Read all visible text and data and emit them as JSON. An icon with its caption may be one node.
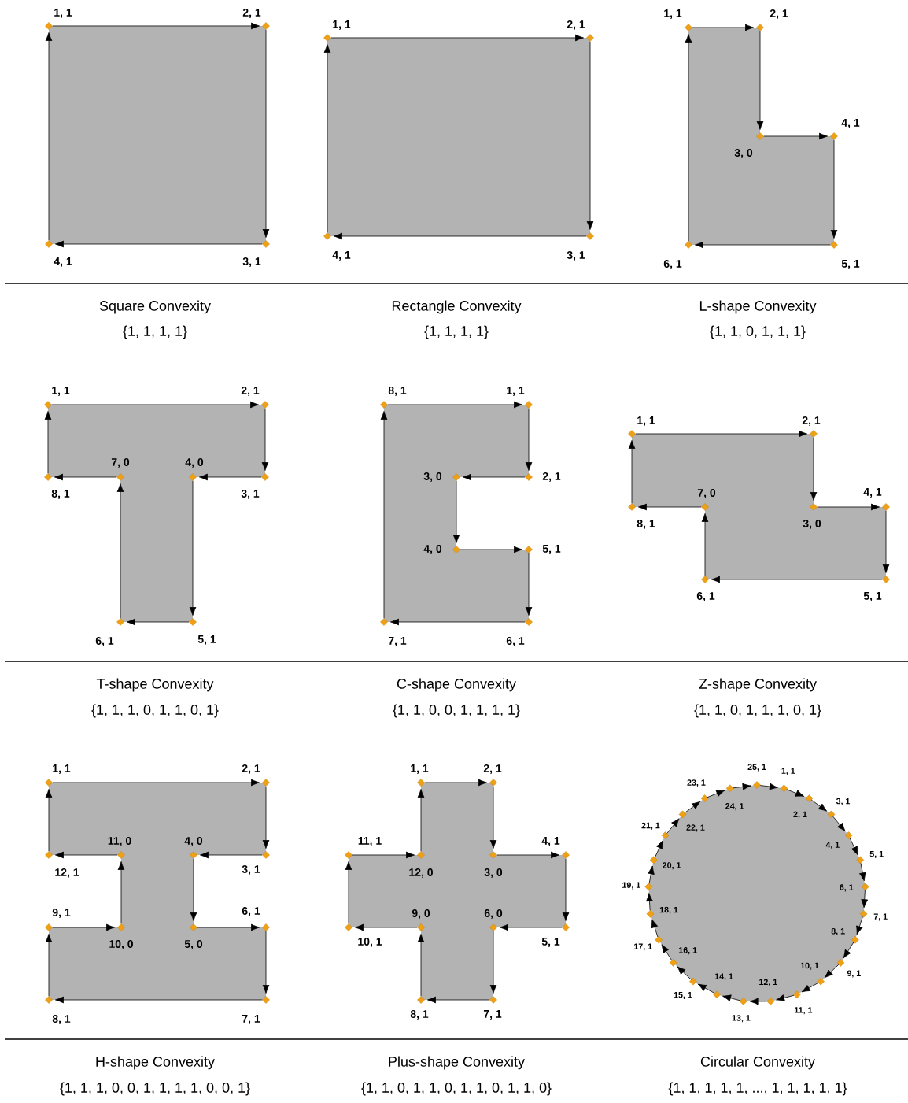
{
  "diagram": {
    "nodes": [
      {
        "text": [],
        "shape": "diamond",
        "beside": [
          "1, 1"
        ]
      },
      {
        "text": [],
        "shape": "diamond",
        "beside": [
          "2, 1"
        ]
      },
      {
        "text": [],
        "shape": "diamond",
        "beside": [
          "3, 1"
        ]
      },
      {
        "text": [],
        "shape": "diamond",
        "beside": [
          "4, 1"
        ]
      },
      {
        "text": [],
        "shape": "diamond",
        "beside": [
          "1, 1"
        ]
      },
      {
        "text": [],
        "shape": "diamond",
        "beside": [
          "2, 1"
        ]
      },
      {
        "text": [],
        "shape": "diamond",
        "beside": [
          "3, 1"
        ]
      },
      {
        "text": [],
        "shape": "diamond",
        "beside": [
          "4, 1"
        ]
      },
      {
        "text": [],
        "shape": "diamond",
        "beside": [
          "1, 1"
        ]
      },
      {
        "text": [],
        "shape": "diamond",
        "beside": [
          "2, 1"
        ]
      },
      {
        "text": [],
        "shape": "diamond",
        "beside": [
          "3, 0"
        ]
      },
      {
        "text": [],
        "shape": "diamond",
        "beside": [
          "4, 1"
        ]
      },
      {
        "text": [],
        "shape": "diamond",
        "beside": [
          "5, 1"
        ]
      },
      {
        "text": [],
        "shape": "diamond",
        "beside": [
          "6, 1"
        ]
      },
      {
        "text": [],
        "shape": "diamond",
        "beside": [
          "1, 1"
        ]
      },
      {
        "text": [],
        "shape": "diamond",
        "beside": [
          "2, 1"
        ]
      },
      {
        "text": [],
        "shape": "diamond",
        "beside": [
          "3, 1"
        ]
      },
      {
        "text": [],
        "shape": "diamond",
        "beside": [
          "4, 0"
        ]
      },
      {
        "text": [],
        "shape": "diamond",
        "beside": [
          "5, 1"
        ]
      },
      {
        "text": [],
        "shape": "diamond",
        "beside": [
          "6, 1"
        ]
      },
      {
        "text": [],
        "shape": "diamond",
        "beside": [
          "7, 0"
        ]
      },
      {
        "text": [],
        "shape": "diamond",
        "beside": [
          "8, 1"
        ]
      },
      {
        "text": [],
        "shape": "diamond",
        "beside": [
          "1, 1"
        ]
      },
      {
        "text": [],
        "shape": "diamond",
        "beside": [
          "2, 1"
        ]
      },
      {
        "text": [],
        "shape": "diamond",
        "beside": [
          "3, 0"
        ]
      },
      {
        "text": [],
        "shape": "diamond",
        "beside": [
          "4, 0"
        ]
      },
      {
        "text": [],
        "shape": "diamond",
        "beside": [
          "5, 1"
        ]
      },
      {
        "text": [],
        "shape": "diamond",
        "beside": [
          "6, 1"
        ]
      },
      {
        "text": [],
        "shape": "diamond",
        "beside": [
          "7, 1"
        ]
      },
      {
        "text": [],
        "shape": "diamond",
        "beside": [
          "8, 1"
        ]
      },
      {
        "text": [],
        "shape": "diamond",
        "beside": [
          "1, 1"
        ]
      },
      {
        "text": [],
        "shape": "diamond",
        "beside": [
          "2, 1"
        ]
      },
      {
        "text": [],
        "shape": "diamond",
        "beside": [
          "3, 0"
        ]
      },
      {
        "text": [],
        "shape": "diamond",
        "beside": [
          "4, 1"
        ]
      },
      {
        "text": [],
        "shape": "diamond",
        "beside": [
          "5, 1"
        ]
      },
      {
        "text": [],
        "shape": "diamond",
        "beside": [
          "6, 1"
        ]
      },
      {
        "text": [],
        "shape": "diamond",
        "beside": [
          "7, 0"
        ]
      },
      {
        "text": [],
        "shape": "diamond",
        "beside": [
          "8, 1"
        ]
      },
      {
        "text": [],
        "shape": "diamond",
        "beside": [
          "1, 1"
        ]
      },
      {
        "text": [],
        "shape": "diamond",
        "beside": [
          "2, 1"
        ]
      },
      {
        "text": [],
        "shape": "diamond",
        "beside": [
          "3, 1"
        ]
      },
      {
        "text": [],
        "shape": "diamond",
        "beside": [
          "4, 0"
        ]
      },
      {
        "text": [],
        "shape": "diamond",
        "beside": [
          "5, 0"
        ]
      },
      {
        "text": [],
        "shape": "diamond",
        "beside": [
          "6, 1"
        ]
      },
      {
        "text": [],
        "shape": "diamond",
        "beside": [
          "7, 1"
        ]
      },
      {
        "text": [],
        "shape": "diamond",
        "beside": [
          "8, 1"
        ]
      },
      {
        "text": [],
        "shape": "diamond",
        "beside": [
          "9, 1"
        ]
      },
      {
        "text": [],
        "shape": "diamond",
        "beside": [
          "10, 0"
        ]
      },
      {
        "text": [],
        "shape": "diamond",
        "beside": [
          "11, 0"
        ]
      },
      {
        "text": [],
        "shape": "diamond",
        "beside": [
          "12, 1"
        ]
      },
      {
        "text": [],
        "shape": "diamond",
        "beside": [
          "1, 1"
        ]
      },
      {
        "text": [],
        "shape": "diamond",
        "beside": [
          "2, 1"
        ]
      },
      {
        "text": [],
        "shape": "diamond",
        "beside": [
          "3, 0"
        ]
      },
      {
        "text": [],
        "shape": "diamond",
        "beside": [
          "4, 1"
        ]
      },
      {
        "text": [],
        "shape": "diamond",
        "beside": [
          "5, 1"
        ]
      },
      {
        "text": [],
        "shape": "diamond",
        "beside": [
          "6, 0"
        ]
      },
      {
        "text": [],
        "shape": "diamond",
        "beside": [
          "7, 1"
        ]
      },
      {
        "text": [],
        "shape": "diamond",
        "beside": [
          "8, 1"
        ]
      },
      {
        "text": [],
        "shape": "diamond",
        "beside": [
          "9, 0"
        ]
      },
      {
        "text": [],
        "shape": "diamond",
        "beside": [
          "10, 1"
        ]
      },
      {
        "text": [],
        "shape": "diamond",
        "beside": [
          "11, 1"
        ]
      },
      {
        "text": [],
        "shape": "diamond",
        "beside": [
          "12, 0"
        ]
      },
      {
        "text": [],
        "shape": "diamond",
        "beside": [
          "1, 1"
        ]
      },
      {
        "text": [],
        "shape": "diamond",
        "beside": [
          "2, 1"
        ]
      },
      {
        "text": [],
        "shape": "diamond",
        "beside": [
          "3, 1"
        ]
      },
      {
        "text": [],
        "shape": "diamond",
        "beside": [
          "4, 1"
        ]
      },
      {
        "text": [],
        "shape": "diamond",
        "beside": [
          "5, 1"
        ]
      },
      {
        "text": [],
        "shape": "diamond",
        "beside": [
          "6, 1"
        ]
      },
      {
        "text": [],
        "shape": "diamond",
        "beside": [
          "7, 1"
        ]
      },
      {
        "text": [],
        "shape": "diamond",
        "beside": [
          "8, 1"
        ]
      },
      {
        "text": [],
        "shape": "diamond",
        "beside": [
          "9, 1"
        ]
      },
      {
        "text": [],
        "shape": "diamond",
        "beside": [
          "10, 1"
        ]
      },
      {
        "text": [],
        "shape": "diamond",
        "beside": [
          "11, 1"
        ]
      },
      {
        "text": [],
        "shape": "diamond",
        "beside": [
          "12, 1"
        ]
      },
      {
        "text": [],
        "shape": "diamond",
        "beside": [
          "13, 1"
        ]
      },
      {
        "text": [],
        "shape": "diamond",
        "beside": [
          "14, 1"
        ]
      },
      {
        "text": [],
        "shape": "diamond",
        "beside": [
          "15, 1"
        ]
      },
      {
        "text": [],
        "shape": "diamond",
        "beside": [
          "16, 1"
        ]
      },
      {
        "text": [],
        "shape": "diamond",
        "beside": [
          "17, 1"
        ]
      },
      {
        "text": [],
        "shape": "diamond",
        "beside": [
          "18, 1"
        ]
      },
      {
        "text": [],
        "shape": "diamond",
        "beside": [
          "19, 1"
        ]
      },
      {
        "text": [],
        "shape": "diamond",
        "beside": [
          "20, 1"
        ]
      },
      {
        "text": [],
        "shape": "diamond",
        "beside": [
          "21, 1"
        ]
      },
      {
        "text": [],
        "shape": "diamond",
        "beside": [
          "22, 1"
        ]
      },
      {
        "text": [],
        "shape": "diamond",
        "beside": [
          "23, 1"
        ]
      },
      {
        "text": [],
        "shape": "diamond",
        "beside": [
          "24, 1"
        ]
      },
      {
        "text": [],
        "shape": "diamond",
        "beside": [
          "25, 1"
        ]
      }
    ],
    "edges": [
      {
        "from": 0,
        "to": 1,
        "arrow": "to"
      },
      {
        "from": 1,
        "to": 2,
        "arrow": "to"
      },
      {
        "from": 2,
        "to": 3,
        "arrow": "to"
      },
      {
        "from": 3,
        "to": 0,
        "arrow": "to"
      },
      {
        "from": 4,
        "to": 5,
        "arrow": "to"
      },
      {
        "from": 5,
        "to": 6,
        "arrow": "to"
      },
      {
        "from": 6,
        "to": 7,
        "arrow": "to"
      },
      {
        "from": 7,
        "to": 4,
        "arrow": "to"
      },
      {
        "from": 8,
        "to": 9,
        "arrow": "to"
      },
      {
        "from": 9,
        "to": 10,
        "arrow": "to"
      },
      {
        "from": 10,
        "to": 11,
        "arrow": "to"
      },
      {
        "from": 11,
        "to": 12,
        "arrow": "to"
      },
      {
        "from": 12,
        "to": 13,
        "arrow": "to"
      },
      {
        "from": 13,
        "to": 8,
        "arrow": "to"
      },
      {
        "from": 14,
        "to": 15,
        "arrow": "to"
      },
      {
        "from": 15,
        "to": 16,
        "arrow": "to"
      },
      {
        "from": 16,
        "to": 17,
        "arrow": "to"
      },
      {
        "from": 17,
        "to": 18,
        "arrow": "to"
      },
      {
        "from": 18,
        "to": 19,
        "arrow": "to"
      },
      {
        "from": 19,
        "to": 20,
        "arrow": "to"
      },
      {
        "from": 20,
        "to": 21,
        "arrow": "to"
      },
      {
        "from": 21,
        "to": 14,
        "arrow": "to"
      },
      {
        "from": 22,
        "to": 23,
        "arrow": "to"
      },
      {
        "from": 23,
        "to": 24,
        "arrow": "to"
      },
      {
        "from": 24,
        "to": 25,
        "arrow": "to"
      },
      {
        "from": 25,
        "to": 26,
        "arrow": "to"
      },
      {
        "from": 26,
        "to": 27,
        "arrow": "to"
      },
      {
        "from": 27,
        "to": 28,
        "arrow": "to"
      },
      {
        "from": 28,
        "to": 29,
        "arrow": "to"
      },
      {
        "from": 29,
        "to": 22,
        "arrow": "to"
      },
      {
        "from": 30,
        "to": 31,
        "arrow": "to"
      },
      {
        "from": 31,
        "to": 32,
        "arrow": "to"
      },
      {
        "from": 32,
        "to": 33,
        "arrow": "to"
      },
      {
        "from": 33,
        "to": 34,
        "arrow": "to"
      },
      {
        "from": 34,
        "to": 35,
        "arrow": "to"
      },
      {
        "from": 35,
        "to": 36,
        "arrow": "to"
      },
      {
        "from": 36,
        "to": 37,
        "arrow": "to"
      },
      {
        "from": 37,
        "to": 30,
        "arrow": "to"
      },
      {
        "from": 38,
        "to": 39,
        "arrow": "to"
      },
      {
        "from": 39,
        "to": 40,
        "arrow": "to"
      },
      {
        "from": 40,
        "to": 41,
        "arrow": "to"
      },
      {
        "from": 41,
        "to": 42,
        "arrow": "to"
      },
      {
        "from": 42,
        "to": 43,
        "arrow": "to"
      },
      {
        "from": 43,
        "to": 44,
        "arrow": "to"
      },
      {
        "from": 44,
        "to": 45,
        "arrow": "to"
      },
      {
        "from": 45,
        "to": 46,
        "arrow": "to"
      },
      {
        "from": 46,
        "to": 47,
        "arrow": "to"
      },
      {
        "from": 47,
        "to": 48,
        "arrow": "to"
      },
      {
        "from": 48,
        "to": 49,
        "arrow": "to"
      },
      {
        "from": 49,
        "to": 38,
        "arrow": "to"
      },
      {
        "from": 50,
        "to": 51,
        "arrow": "to"
      },
      {
        "from": 51,
        "to": 52,
        "arrow": "to"
      },
      {
        "from": 52,
        "to": 53,
        "arrow": "to"
      },
      {
        "from": 53,
        "to": 54,
        "arrow": "to"
      },
      {
        "from": 54,
        "to": 55,
        "arrow": "to"
      },
      {
        "from": 55,
        "to": 56,
        "arrow": "to"
      },
      {
        "from": 56,
        "to": 57,
        "arrow": "to"
      },
      {
        "from": 57,
        "to": 58,
        "arrow": "to"
      },
      {
        "from": 58,
        "to": 59,
        "arrow": "to"
      },
      {
        "from": 59,
        "to": 60,
        "arrow": "to"
      },
      {
        "from": 60,
        "to": 61,
        "arrow": "to"
      },
      {
        "from": 61,
        "to": 50,
        "arrow": "to"
      },
      {
        "from": 62,
        "to": 63,
        "arrow": "to"
      },
      {
        "from": 63,
        "to": 64,
        "arrow": "to"
      },
      {
        "from": 64,
        "to": 65,
        "arrow": "to"
      },
      {
        "from": 65,
        "to": 66,
        "arrow": "to"
      },
      {
        "from": 66,
        "to": 67,
        "arrow": "to"
      },
      {
        "from": 67,
        "to": 68,
        "arrow": "to"
      },
      {
        "from": 68,
        "to": 69,
        "arrow": "to"
      },
      {
        "from": 69,
        "to": 70,
        "arrow": "to"
      },
      {
        "from": 70,
        "to": 71,
        "arrow": "to"
      },
      {
        "from": 71,
        "to": 72,
        "arrow": "to"
      },
      {
        "from": 72,
        "to": 73,
        "arrow": "to"
      },
      {
        "from": 73,
        "to": 74,
        "arrow": "to"
      },
      {
        "from": 74,
        "to": 75,
        "arrow": "to"
      },
      {
        "from": 75,
        "to": 76,
        "arrow": "to"
      },
      {
        "from": 76,
        "to": 77,
        "arrow": "to"
      },
      {
        "from": 77,
        "to": 78,
        "arrow": "to"
      },
      {
        "from": 78,
        "to": 79,
        "arrow": "to"
      },
      {
        "from": 79,
        "to": 80,
        "arrow": "to"
      },
      {
        "from": 80,
        "to": 81,
        "arrow": "to"
      },
      {
        "from": 81,
        "to": 82,
        "arrow": "to"
      },
      {
        "from": 82,
        "to": 83,
        "arrow": "to"
      },
      {
        "from": 83,
        "to": 84,
        "arrow": "to"
      },
      {
        "from": 84,
        "to": 85,
        "arrow": "to"
      },
      {
        "from": 85,
        "to": 86,
        "arrow": "to"
      },
      {
        "from": 86,
        "to": 62,
        "arrow": "to"
      }
    ],
    "labels": [
      "Square Convexity",
      "{1, 1, 1, 1}",
      "Rectangle Convexity",
      "{1, 1, 1, 1}",
      "L-shape Convexity",
      "{1, 1, 0, 1, 1, 1}",
      "T-shape Convexity",
      "{1, 1, 1, 0, 1, 1, 0, 1}",
      "C-shape Convexity",
      "{1, 1, 0, 0, 1, 1, 1, 1}",
      "Z-shape Convexity",
      "{1, 1, 0, 1, 1, 1, 0, 1}",
      "H-shape Convexity",
      "{1, 1, 1, 0, 0, 1, 1, 1, 1, 0, 0, 1}",
      "Plus-shape Convexity",
      "{1, 1, 0, 1, 1, 0, 1, 1, 0, 1, 1, 0}",
      "Circular Convexity",
      "{1, 1, 1, 1, 1, ..., 1, 1, 1, 1, 1}"
    ]
  }
}
